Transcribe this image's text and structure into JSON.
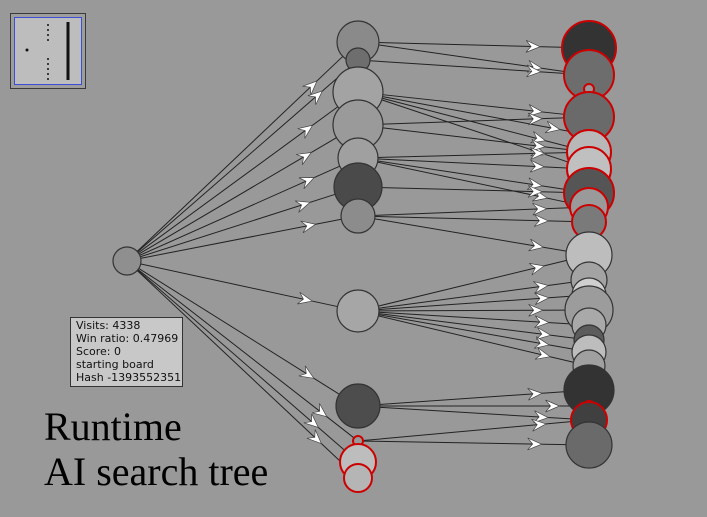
{
  "board_thumbnail": {
    "icon": "board-preview-icon"
  },
  "tooltip": {
    "visits": "Visits: 4338",
    "win_ratio": "Win ratio: 0.47969",
    "score": "Score: 0",
    "description": "starting board",
    "hash": "Hash -1393552351"
  },
  "caption": {
    "line1": "Runtime",
    "line2": "AI search tree"
  },
  "colors": {
    "background": "#999999",
    "edge": "#222222",
    "node_border": "#333333",
    "highlight_border": "#cc0000",
    "arrow_fill": "#ffffff"
  }
}
